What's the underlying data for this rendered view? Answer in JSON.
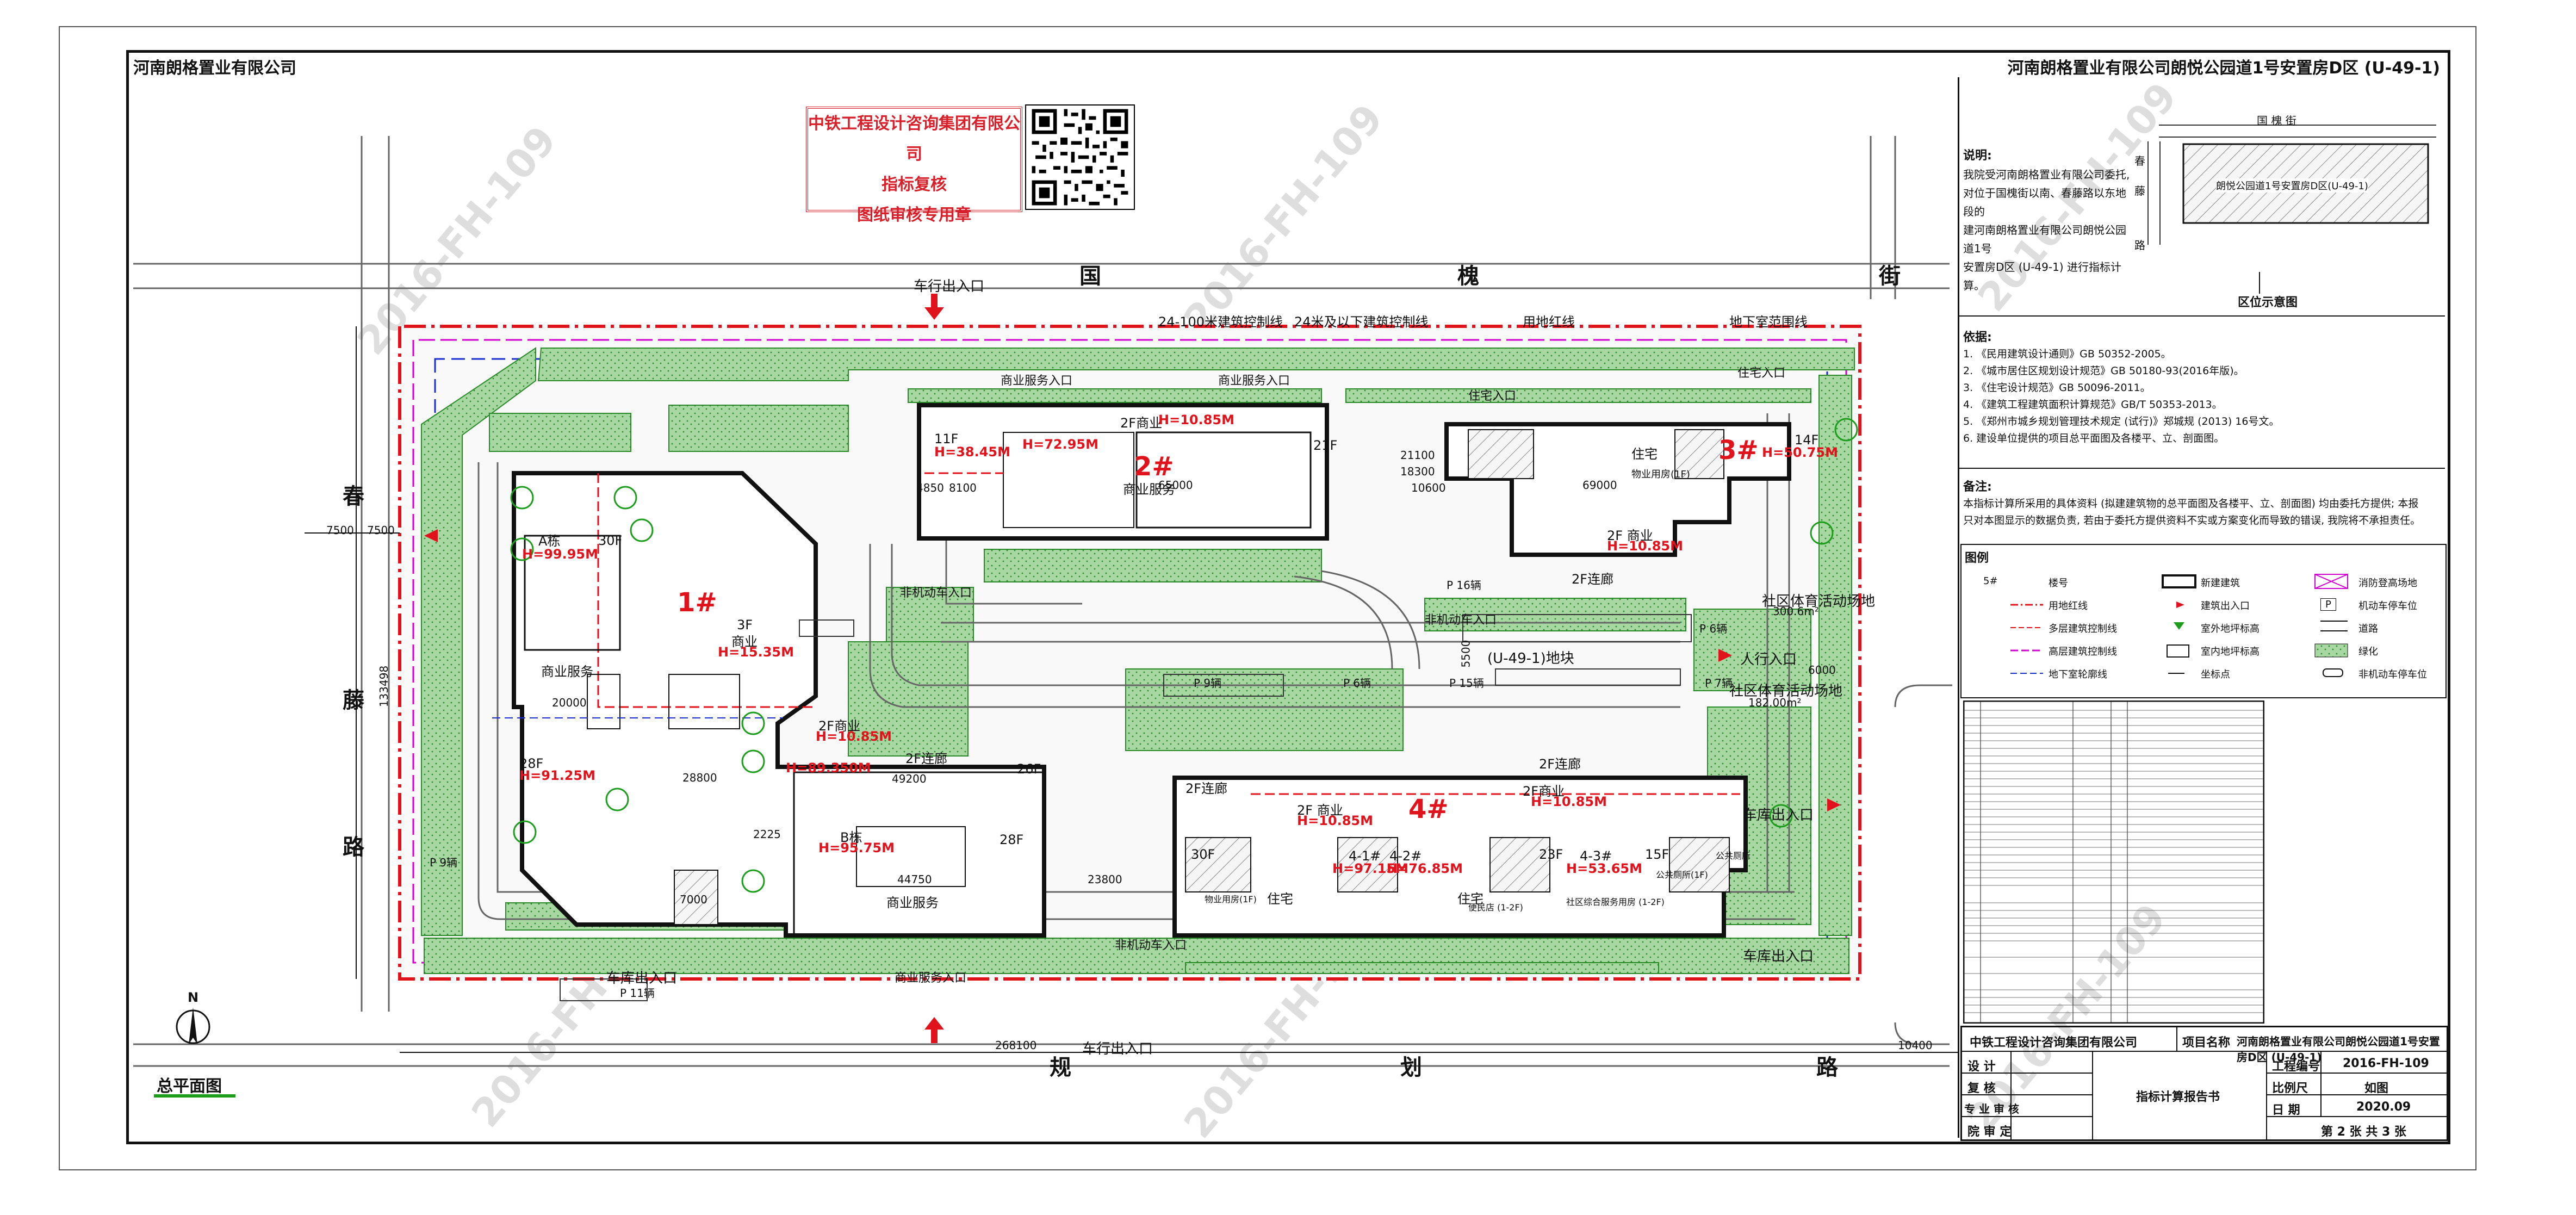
{
  "header": {
    "left": "河南朗格置业有限公司",
    "right": "河南朗格置业有限公司朗悦公园道1号安置房D区 (U-49-1)"
  },
  "stamp": {
    "line1": "中铁工程设计咨询集团有限公司",
    "line2": "指标复核",
    "line3": "图纸审核专用章"
  },
  "watermark": "2016-FH-109",
  "roads": {
    "north": [
      "国",
      "槐",
      "街"
    ],
    "west": [
      "春",
      "藤",
      "路"
    ],
    "south": [
      "规",
      "划",
      "路"
    ]
  },
  "gates": {
    "north_vehicle": "车行出入口",
    "south_vehicle": "车行出入口",
    "west_garage": "车库出入口",
    "south_garage": "车库出入口",
    "east_garage": "车库出入口",
    "east_pedestrian": "人行入口",
    "nonmotor_in_north": "非机动车入口",
    "nonmotor_in_south": "非机动车入口",
    "nonmotor_in_center": "非机动车入口",
    "commercial_in_north": "商业服务入口",
    "commercial_in_north2": "商业服务入口",
    "commercial_in_south": "商业服务入口",
    "residence_in_north": "住宅入口",
    "residence_in_east": "住宅入口"
  },
  "lines": {
    "line_24_100": "24-100米建筑控制线",
    "line_24": "24米及以下建筑控制线",
    "redline": "用地红线",
    "basement": "地下室范围线"
  },
  "buildings": {
    "b1": {
      "id": "1#",
      "a": "A栋",
      "a_floors": "30F",
      "a_h": "H=99.95M",
      "podium": "3F",
      "podium_use": "商业",
      "podium_h": "H=15.35M",
      "use": "商业服务",
      "b": "B栋",
      "b_h": "H=95.75M",
      "b_use": "商业服务",
      "f28_left": "28F",
      "h_28": "H=91.25M",
      "f28_right": "28F",
      "biz2": "2F商业",
      "biz2_h": "H=10.85M",
      "h_89": "H=89.350M",
      "f26": "26F",
      "corridor": "2F连廊"
    },
    "b2": {
      "id": "2#",
      "use": "商业服务",
      "f11": "11F",
      "h11": "H=38.45M",
      "h72": "H=72.95M",
      "biz": "2F商业",
      "biz_h": "H=10.85M",
      "f21": "21F"
    },
    "b3": {
      "id": "3#",
      "use": "住宅",
      "f14": "14F",
      "h14": "H=50.75M",
      "biz": "2F 商业",
      "biz_h": "H=10.85M",
      "corridor": "2F连廊",
      "mgmt": "物业用房(1F)"
    },
    "b4": {
      "id": "4#",
      "biz": "2F 商业",
      "biz_h": "H=10.85M",
      "biz2": "2F商业",
      "biz2_h": "H=10.85M",
      "u41": "4-1#",
      "h41": "H=97.15M",
      "u42": "4-2#",
      "h42": "H=76.85M",
      "u43": "4-3#",
      "h43": "H=53.65M",
      "f30": "30F",
      "f23": "23F",
      "f15": "15F",
      "res": "住宅",
      "res2": "住宅",
      "corridor": "2F连廊",
      "corridor2": "2F连廊",
      "mgmt": "物业用房(1F)",
      "service": "社区综合服务用房 (1-2F)",
      "toilet": "公共厕所(1F)",
      "store": "便民店 (1-2F)",
      "transformer": "公共厕所"
    },
    "u491": "(U-49-1)地块",
    "sport": "社区体育活动场地",
    "sport2": "社区体育活动场地"
  },
  "dims": {
    "d7500a": "7500",
    "d7500b": "7500",
    "d133498": "133498",
    "d268100": "268100",
    "d10400": "10400",
    "d65000": "65000",
    "d69000": "69000",
    "d4850": "4850",
    "d8100": "8100",
    "d21100": "21100",
    "d18300": "18300",
    "d10600": "10600",
    "d20000": "20000",
    "d28800": "28800",
    "d49200": "49200",
    "d44750": "44750",
    "d2225": "2225",
    "d7000": "7000",
    "d23800": "23800",
    "d5500": "5500",
    "d6000": "6000",
    "d300": "300.6m²",
    "d182": "182.00m²"
  },
  "parking": {
    "p1": "P",
    "p1n": "11辆",
    "p2": "P",
    "p2n": "16辆",
    "p3": "P",
    "p3n": "9辆",
    "p4": "P",
    "p4n": "6辆",
    "p5": "P",
    "p5n": "15辆",
    "p6": "P",
    "p6n": "7辆",
    "p7": "P",
    "p7n": "6辆",
    "p8": "P",
    "p8n": "9辆"
  },
  "notes": {
    "title": "说明:",
    "body": [
      "我院受河南朗格置业有限公司委托,",
      "对位于国槐街以南、春藤路以东地段的",
      "建河南朗格置业有限公司朗悦公园道1号",
      "安置房D区 (U-49-1) 进行指标计算。"
    ]
  },
  "location": {
    "road_n": "国  槐  街",
    "road_w": [
      "春",
      "藤",
      "路"
    ],
    "site": "朗悦公园道1号安置房D区(U-49-1)",
    "title": "区位示意图"
  },
  "basis": {
    "title": "依据:",
    "items": [
      "1. 《民用建筑设计通则》GB 50352-2005。",
      "2. 《城市居住区规划设计规范》GB 50180-93(2016年版)。",
      "3. 《住宅设计规范》GB 50096-2011。",
      "4. 《建筑工程建筑面积计算规范》GB/T 50353-2013。",
      "5. 《郑州市城乡规划管理技术规定 (试行)》郑城规 (2013) 16号文。",
      "6. 建设单位提供的项目总平面图及各楼平、立、剖面图。"
    ]
  },
  "remark": {
    "title": "备注:",
    "body": [
      "本指标计算所采用的具体资料 (拟建建筑物的总平面图及各楼平、立、剖面图) 均由委托方提供; 本报",
      "只对本图显示的数据负责, 若由于委托方提供资料不实或方案变化而导致的错误, 我院将不承担责任。"
    ]
  },
  "legend": {
    "title": "图例",
    "items": [
      "楼号",
      "用地红线",
      "多层建筑控制线",
      "高层建筑控制线",
      "地下室轮廓线",
      "新建建筑",
      "建筑出入口",
      "室外地坪标高",
      "室内地坪标高",
      "坐标点",
      "消防登高场地",
      "机动车停车位",
      "道路",
      "绿化",
      "非机动车停车位"
    ],
    "tower": "5#",
    "park": "P"
  },
  "title_block": {
    "company": "中铁工程设计咨询集团有限公司",
    "project_label": "项目名称",
    "project": "河南朗格置业有限公司朗悦公园道1号安置房D区 (U-49-1)",
    "design": "设    计",
    "check": "复    核",
    "expert": "专 业 审 核",
    "approve": "院 审 定",
    "doc": "指标计算报告书",
    "no_label": "工程编号",
    "no": "2016-FH-109",
    "scale_label": "比例尺",
    "scale": "如图",
    "date_label": "日    期",
    "date": "2020.09",
    "sheet": "第 2 张 共 3 张"
  },
  "map": {
    "north": "N",
    "name": "总平面图"
  },
  "colors": {
    "red": "#e0121b",
    "magenta": "#d000d0",
    "green": "#2aa02a",
    "blue": "#1a2ed0",
    "grass": "#9ed09a"
  }
}
